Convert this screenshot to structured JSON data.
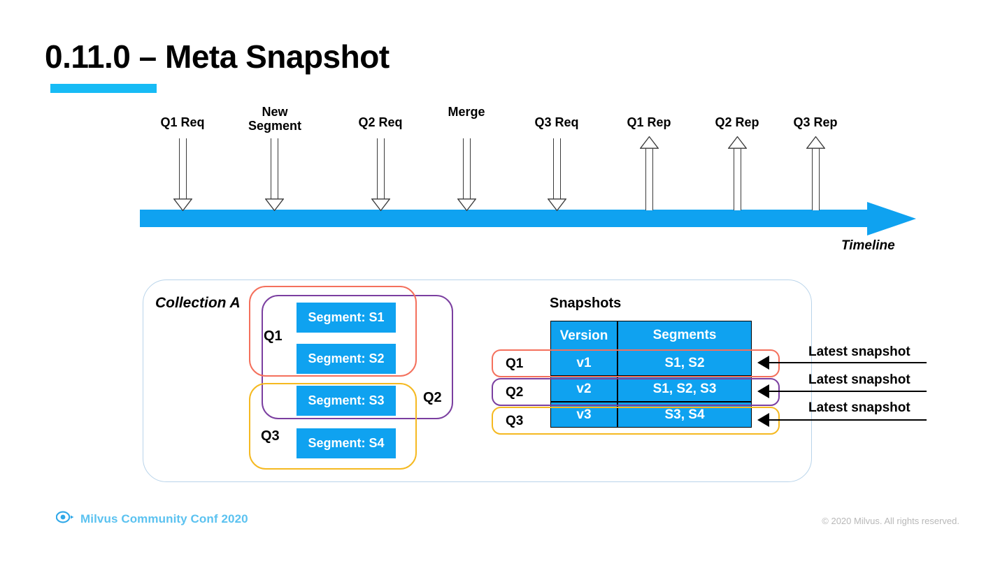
{
  "slide": {
    "title": "0.11.0 – Meta Snapshot",
    "accent_color": "#17BBF5",
    "blue": "#0FA2F0"
  },
  "timeline": {
    "label": "Timeline",
    "events": [
      {
        "label": "Q1 Req",
        "direction": "down",
        "name": "q1-req"
      },
      {
        "label": "New Segment",
        "direction": "down",
        "name": "new-segment"
      },
      {
        "label": "Q2 Req",
        "direction": "down",
        "name": "q2-req"
      },
      {
        "label": "Merge",
        "direction": "down",
        "name": "merge"
      },
      {
        "label": "Q3 Req",
        "direction": "down",
        "name": "q3-req"
      },
      {
        "label": "Q1 Rep",
        "direction": "up",
        "name": "q1-rep"
      },
      {
        "label": "Q2 Rep",
        "direction": "up",
        "name": "q2-rep"
      },
      {
        "label": "Q3 Rep",
        "direction": "up",
        "name": "q3-rep"
      }
    ]
  },
  "collection": {
    "label": "Collection A",
    "segments": [
      {
        "label": "Segment: S1"
      },
      {
        "label": "Segment: S2"
      },
      {
        "label": "Segment: S3"
      },
      {
        "label": "Segment: S4"
      }
    ],
    "groups": [
      {
        "label": "Q1",
        "color": "#F4705C"
      },
      {
        "label": "Q2",
        "color": "#7B3FA0"
      },
      {
        "label": "Q3",
        "color": "#F5B921"
      }
    ]
  },
  "snapshots": {
    "title": "Snapshots",
    "headers": {
      "version": "Version",
      "segments": "Segments"
    },
    "rows": [
      {
        "query": "Q1",
        "version": "v1",
        "segments": "S1, S2",
        "color": "#F4705C",
        "callout": "Latest snapshot"
      },
      {
        "query": "Q2",
        "version": "v2",
        "segments": "S1, S2, S3",
        "color": "#7B3FA0",
        "callout": "Latest snapshot"
      },
      {
        "query": "Q3",
        "version": "v3",
        "segments": "S3, S4",
        "color": "#F5B921",
        "callout": "Latest snapshot"
      }
    ]
  },
  "footer": {
    "brand": "Milvus Community Conf 2020",
    "copyright": "© 2020 Milvus. All rights reserved."
  }
}
